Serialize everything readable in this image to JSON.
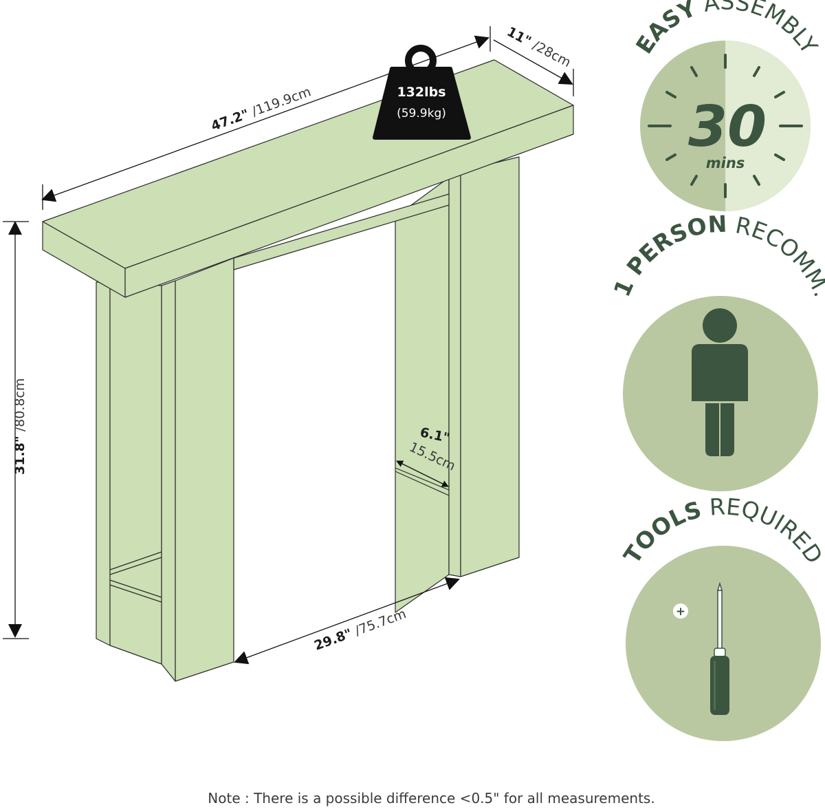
{
  "colors": {
    "panel": "#ccdfb5",
    "outline": "#2b2b2b",
    "circle": "#b9c8a0",
    "circle_light": "#e2ebd3",
    "dark_green": "#3b5540"
  },
  "dimensions": {
    "width": {
      "imperial": "47.2\"",
      "metric": " /119.9cm"
    },
    "depth": {
      "imperial": "11\"",
      "metric": " /28cm"
    },
    "height": {
      "imperial": "31.8\"",
      "metric": " /80.8cm"
    },
    "opening": {
      "imperial": "29.8\"",
      "metric": " /75.7cm"
    },
    "leg_depth": {
      "imperial": "6.1\"",
      "metric": "15.5cm"
    }
  },
  "weight": {
    "imperial": "132lbs",
    "metric": "(59.9kg)",
    "icon": "weight-icon"
  },
  "badges": [
    {
      "bold": "EASY",
      "regular": " ASSEMBLY",
      "icon": "clock-icon",
      "value": "30",
      "unit": "mins"
    },
    {
      "bold": "1 PERSON",
      "regular": " RECOMM.",
      "icon": "person-icon"
    },
    {
      "bold": "TOOLS",
      "regular": " REQUIRED",
      "icon": "screwdriver-icon",
      "symbol": "+"
    }
  ],
  "note": "Note : There is a possible difference <0.5\" for all measurements."
}
